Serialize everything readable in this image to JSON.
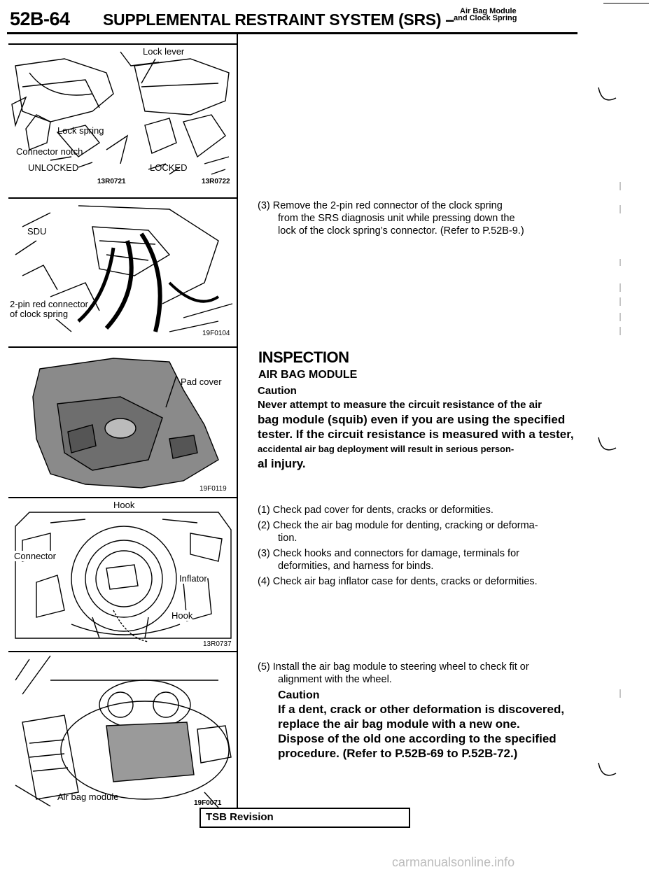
{
  "header": {
    "page_number": "52B-64",
    "title": "SUPPLEMENTAL RESTRAINT SYSTEM (SRS) –",
    "subtitle_line1": "Air Bag Module",
    "subtitle_line2": "and Clock Spring"
  },
  "figures": {
    "fig1": {
      "labels": [
        "Lock lever",
        "Lock spring",
        "Connector notch",
        "UNLOCKED",
        "LOCKED"
      ],
      "codes": [
        "13R0721",
        "13R0722"
      ]
    },
    "fig2": {
      "labels": [
        "SDU",
        "2-pin red connector",
        "of clock spring"
      ],
      "code": "19F0104"
    },
    "fig3": {
      "labels": [
        "Pad cover"
      ],
      "code": "19F0119"
    },
    "fig4": {
      "labels": [
        "Hook",
        "Connector",
        "Inflator",
        "Hook"
      ],
      "code": "13R0737"
    },
    "fig5": {
      "labels": [
        "Air bag module"
      ],
      "code": "19F0071"
    }
  },
  "content": {
    "step3_line1": "(3) Remove the 2-pin red connector of the clock spring",
    "step3_line2": "from the SRS diagnosis unit while pressing down the",
    "step3_line3": "lock of the clock spring’s connector. (Refer to P.52B-9.)",
    "inspection_heading": "INSPECTION",
    "airbag_subheading": "AIR BAG MODULE",
    "caution1_label": "Caution",
    "caution1_l1": "Never attempt to measure the circuit resistance of the air",
    "caution1_l2": "bag module (squib) even if you are using the specified",
    "caution1_l3": "tester. If the circuit resistance is measured with a tester,",
    "caution1_l4": "accidental air bag deployment will result in serious person-",
    "caution1_l5": "al injury.",
    "check1": "(1) Check pad cover for dents, cracks or deformities.",
    "check2_l1": "(2) Check the air bag module for denting, cracking or deforma-",
    "check2_l2": "tion.",
    "check3_l1": "(3) Check hooks and connectors for damage, terminals for",
    "check3_l2": "deformities, and harness for binds.",
    "check4": "(4) Check air bag inflator case for dents, cracks or deformities.",
    "step5_l1": "(5) Install the air bag module to steering wheel to check fit or",
    "step5_l2": "alignment with the wheel.",
    "caution2_label": "Caution",
    "caution2_l1": "If a dent, crack or other deformation is discovered,",
    "caution2_l2": "replace the air bag module with a new one.",
    "caution2_l3": "Dispose of the old one according to the specified",
    "caution2_l4": "procedure. (Refer to P.52B-69 to P.52B-72.)"
  },
  "footer": {
    "tsb_label": "TSB Revision",
    "watermark": "carmanualsonline.info"
  }
}
